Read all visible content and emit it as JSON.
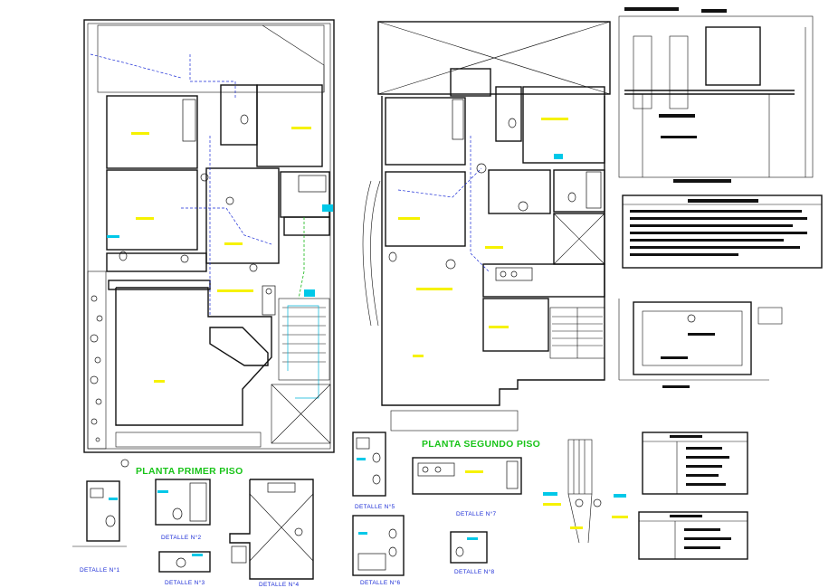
{
  "plans": {
    "first_floor_title": "PLANTA PRIMER PISO",
    "second_floor_title": "PLANTA SEGUNDO PISO"
  },
  "details": [
    {
      "id": "d1",
      "label": "DETALLE N°1"
    },
    {
      "id": "d2",
      "label": "DETALLE N°2"
    },
    {
      "id": "d3",
      "label": "DETALLE N°3"
    },
    {
      "id": "d4",
      "label": "DETALLE N°4"
    },
    {
      "id": "d5",
      "label": "DETALLE N°5"
    },
    {
      "id": "d6",
      "label": "DETALLE N°6"
    },
    {
      "id": "d7",
      "label": "DETALLE N°7"
    },
    {
      "id": "d8",
      "label": "DETALLE N°8"
    }
  ],
  "colors": {
    "walls": "#111111",
    "title_green": "#19c419",
    "label_blue": "#1a2bd6",
    "tag_yellow": "#f6f200",
    "tag_cyan": "#00c8e8"
  },
  "icons": [
    "toilet-icon",
    "sink-icon",
    "shower-icon",
    "stair-icon",
    "vegetation-icon",
    "water-tank-icon"
  ]
}
